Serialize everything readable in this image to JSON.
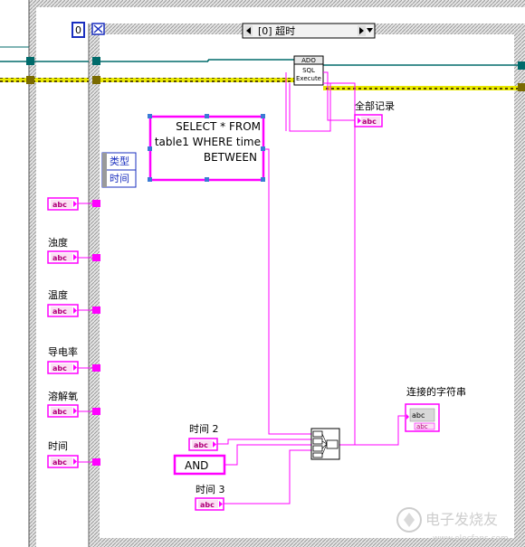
{
  "loop": {
    "index": "0",
    "stop_glyph": "⊠"
  },
  "case_selector": {
    "value": "[0] 超时",
    "left_arrow": "◀",
    "right_arrow": "▶",
    "dropdown": "▼"
  },
  "ado_block": {
    "line1": "ADO",
    "line2": "SQL",
    "line3": "Execute"
  },
  "sql_constant": {
    "line1": "SELECT * FROM",
    "line2": "table1 WHERE time",
    "line3": "BETWEEN"
  },
  "unbundle": {
    "item1": "类型",
    "item2": "时间"
  },
  "left_terminals": {
    "turbidity": "浊度",
    "temperature": "温度",
    "conductivity": "导电率",
    "dissolved_oxygen": "溶解氧",
    "time": "时间"
  },
  "terminal_glyph": "abc",
  "all_records_label": "全部记录",
  "concat_output_label": "连接的字符串",
  "time2_label": "时间 2",
  "and_constant": "AND",
  "time3_label": "时间 3",
  "watermark": {
    "brand": "电子发烧友",
    "url": "www.elecfans.com"
  },
  "colors": {
    "string_wire": "#ff00ff",
    "ref_wire": "#006b6b",
    "error_wire": "#c8c800",
    "frame": "#888888"
  }
}
